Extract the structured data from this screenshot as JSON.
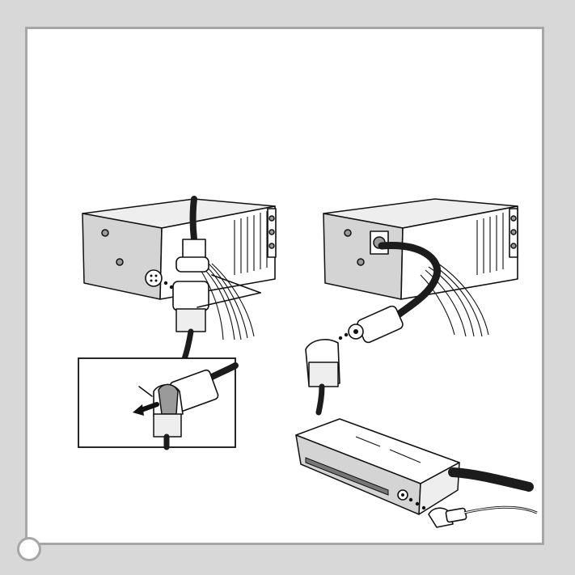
{
  "figure": {
    "background": "#d8d8d8",
    "frame_border": "#a6a6a6",
    "panels": [
      "radio-with-connector-cable",
      "radio-with-adapter-cable",
      "inset-connector-detail",
      "interface-module"
    ]
  }
}
